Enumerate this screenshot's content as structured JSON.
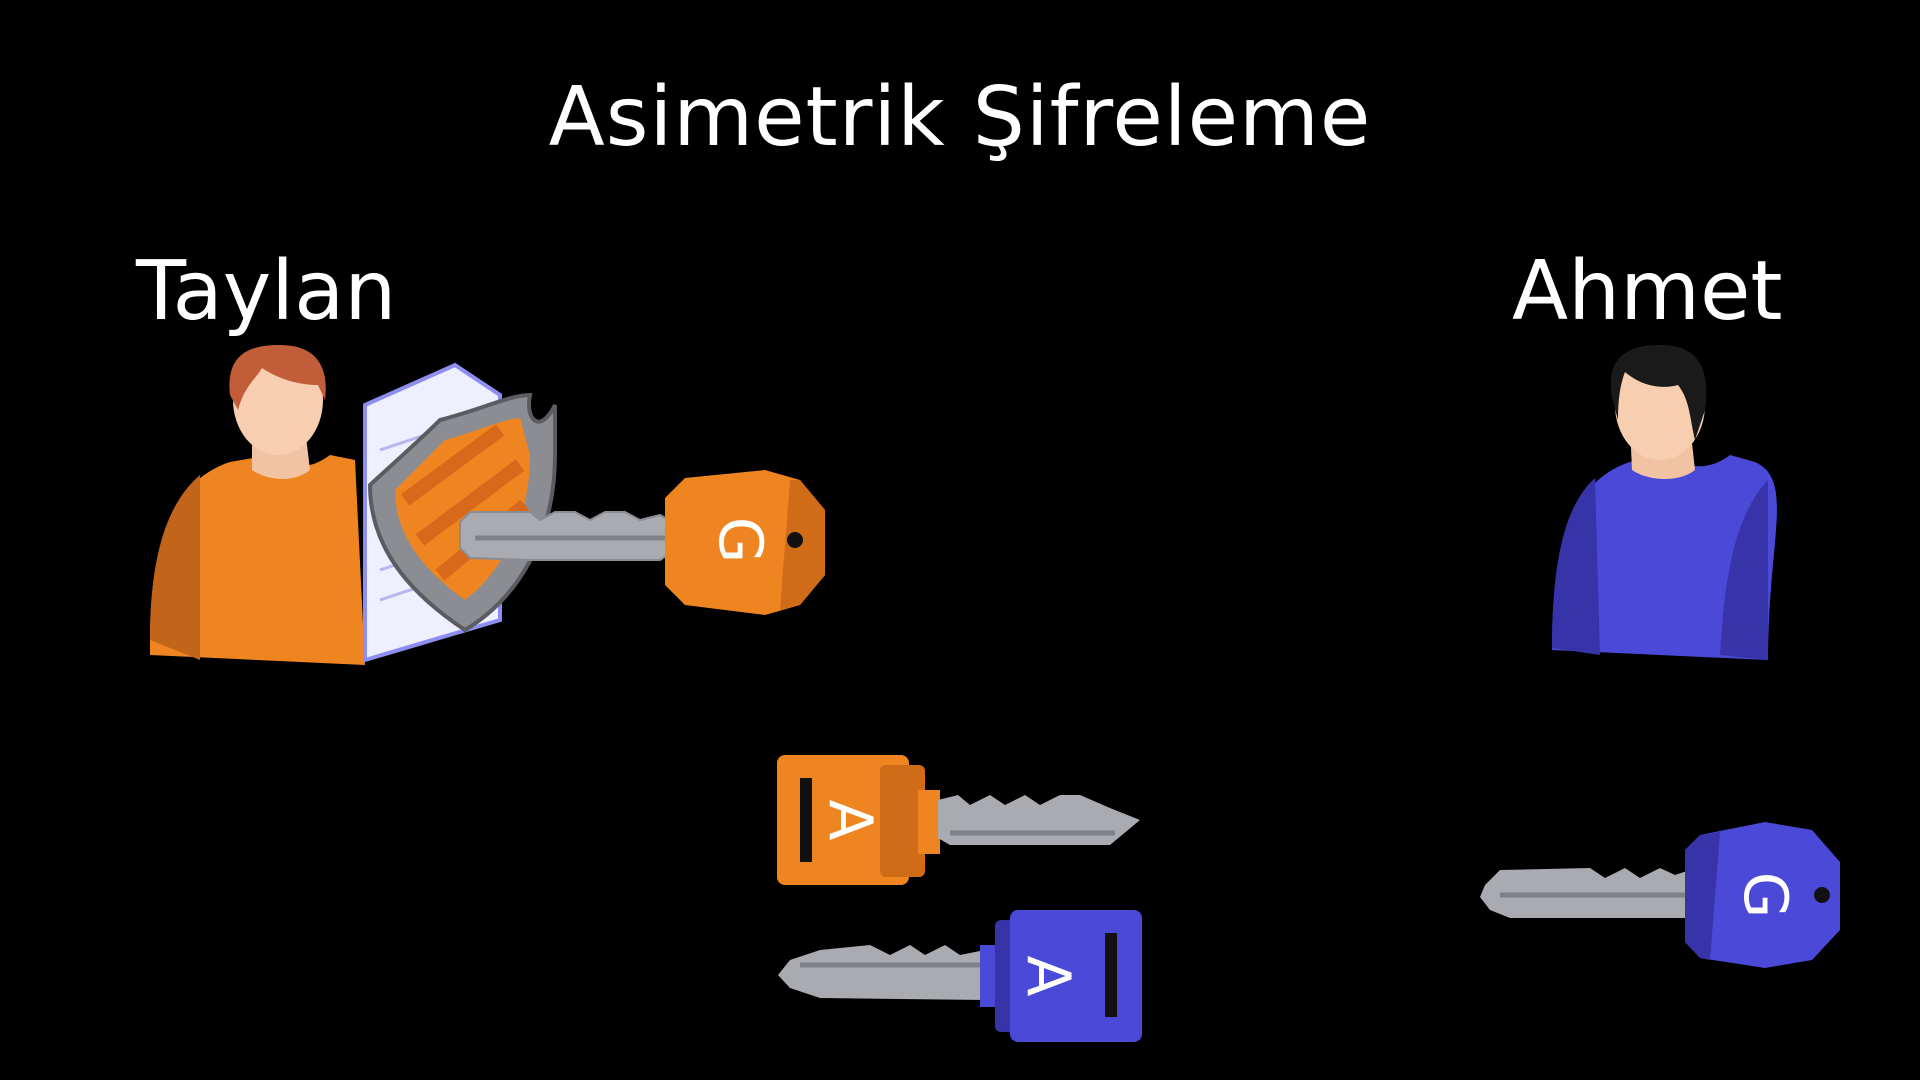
{
  "title": "Asimetrik Şifreleme",
  "people": {
    "left": {
      "name": "Taylan",
      "shirt_color": "#ef8520"
    },
    "right": {
      "name": "Ahmet",
      "shirt_color": "#4b49d8"
    }
  },
  "keys": {
    "private_letter": "G",
    "public_letter": "A",
    "orange": "#ef8520",
    "blue": "#4b49d8"
  }
}
